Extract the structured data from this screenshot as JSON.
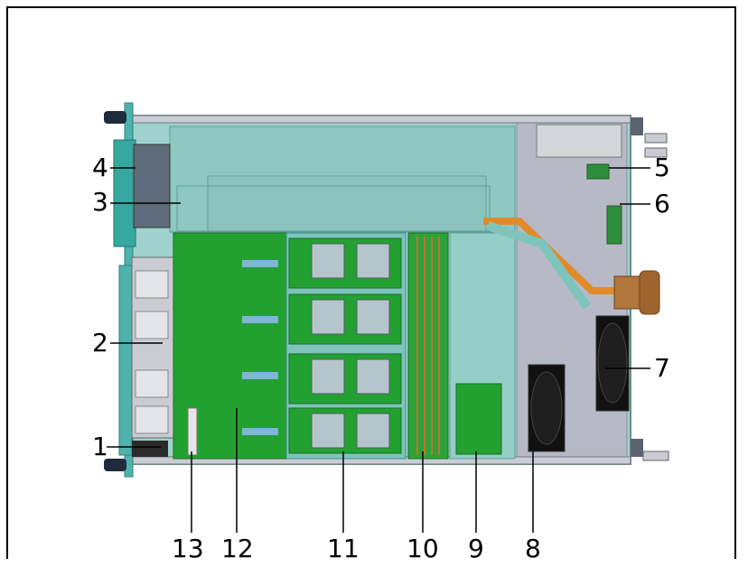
{
  "diagram": {
    "colors": {
      "chassis_teal": "#8ec9c4",
      "chassis_dark": "#5e9f9b",
      "chassis_gray": "#b9bcc8",
      "pcb_green": "#1f9a2e",
      "copper": "#d9781c",
      "fan_black": "#111111",
      "background": "#ffffff"
    },
    "callouts": {
      "c1": "1",
      "c2": "2",
      "c3": "3",
      "c4": "4",
      "c5": "5",
      "c6": "6",
      "c7": "7",
      "c8": "8",
      "c9": "9",
      "c10": "10",
      "c11": "11",
      "c12": "12",
      "c13": "13"
    }
  }
}
